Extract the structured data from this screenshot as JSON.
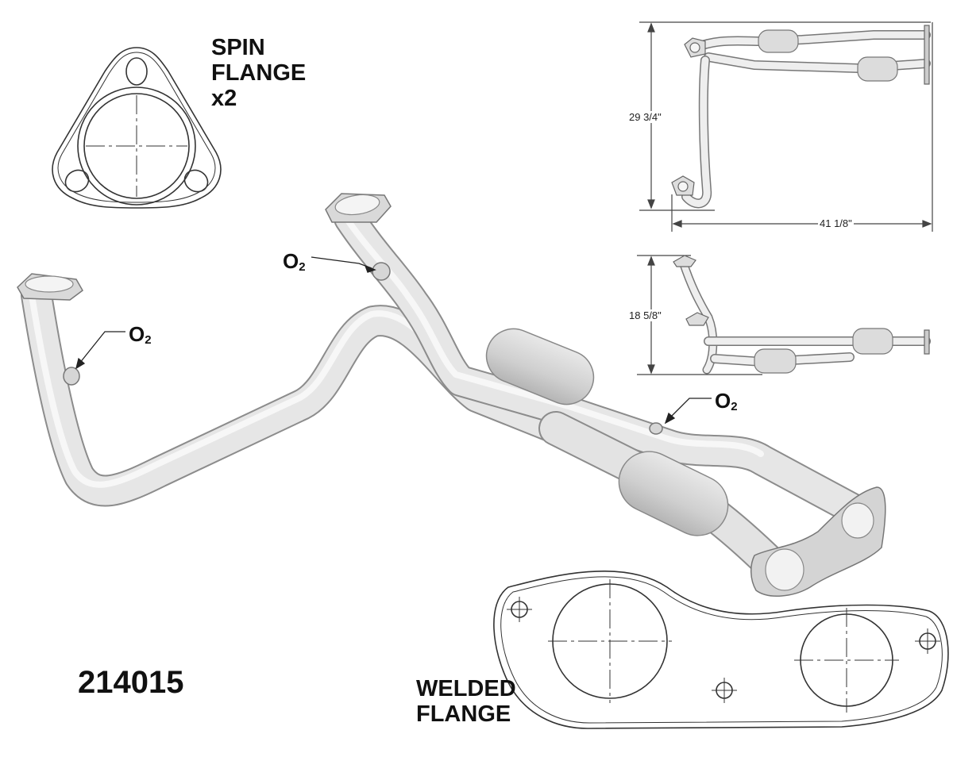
{
  "labels": {
    "spin_flange_line1": "SPIN",
    "spin_flange_line2": "FLANGE",
    "spin_flange_qty": "x2",
    "welded_flange_line1": "WELDED",
    "welded_flange_line2": "FLANGE",
    "part_number": "214015"
  },
  "sensor": {
    "letter": "O",
    "subscript": "2"
  },
  "dimensions": {
    "height_top_view": "29 3/4\"",
    "length_top_view": "41 1/8\"",
    "height_side_view": "18 5/8\""
  },
  "colors": {
    "pipe_fill": "#e4e4e4",
    "pipe_stroke": "#8a8a8a",
    "line_art": "#333333"
  }
}
